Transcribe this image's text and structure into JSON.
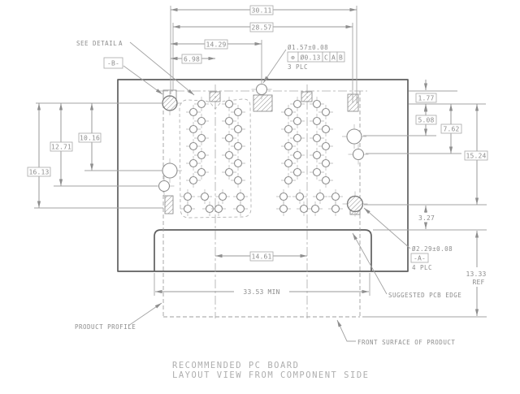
{
  "drawing": {
    "title_line1": "RECOMMENDED PC BOARD",
    "title_line2": "LAYOUT VIEW FROM COMPONENT SIDE"
  },
  "dimensions": {
    "d30_11": "30.11",
    "d28_57": "28.57",
    "d14_29": "14.29",
    "d6_98": "6.98",
    "d10_16": "10.16",
    "d12_71": "12.71",
    "d16_13": "16.13",
    "d1_77": "1.77",
    "d5_08": "5.08",
    "d7_62": "7.62",
    "d15_24": "15.24",
    "d3_27": "3.27",
    "d13_33": "13.33",
    "d13_33_suffix": "REF",
    "d14_61": "14.61",
    "d33_53": "33.53 MIN"
  },
  "callouts": {
    "hole_small": {
      "size": "Ø1.57±0.08",
      "fcf_symbol": "⊕",
      "fcf_tolerance": "Ø0.13",
      "fcf_datums": [
        "C",
        "A",
        "B"
      ],
      "places": "3 PLC"
    },
    "hole_large": {
      "size": "Ø2.29±0.08",
      "datum": "-A-",
      "places": "4 PLC"
    }
  },
  "labels": {
    "see_detail": "SEE DETAIL",
    "detail_letter": "A",
    "datum_b": "-B-",
    "suggested_pcb_edge": "SUGGESTED PCB EDGE",
    "product_profile": "PRODUCT PROFILE",
    "front_surface": "FRONT SURFACE OF PRODUCT"
  },
  "colors": {
    "paper": "#ffffff",
    "outline": "#5f5f5f",
    "dim_line": "#a3a3a3",
    "text": "#8d8d8d"
  }
}
